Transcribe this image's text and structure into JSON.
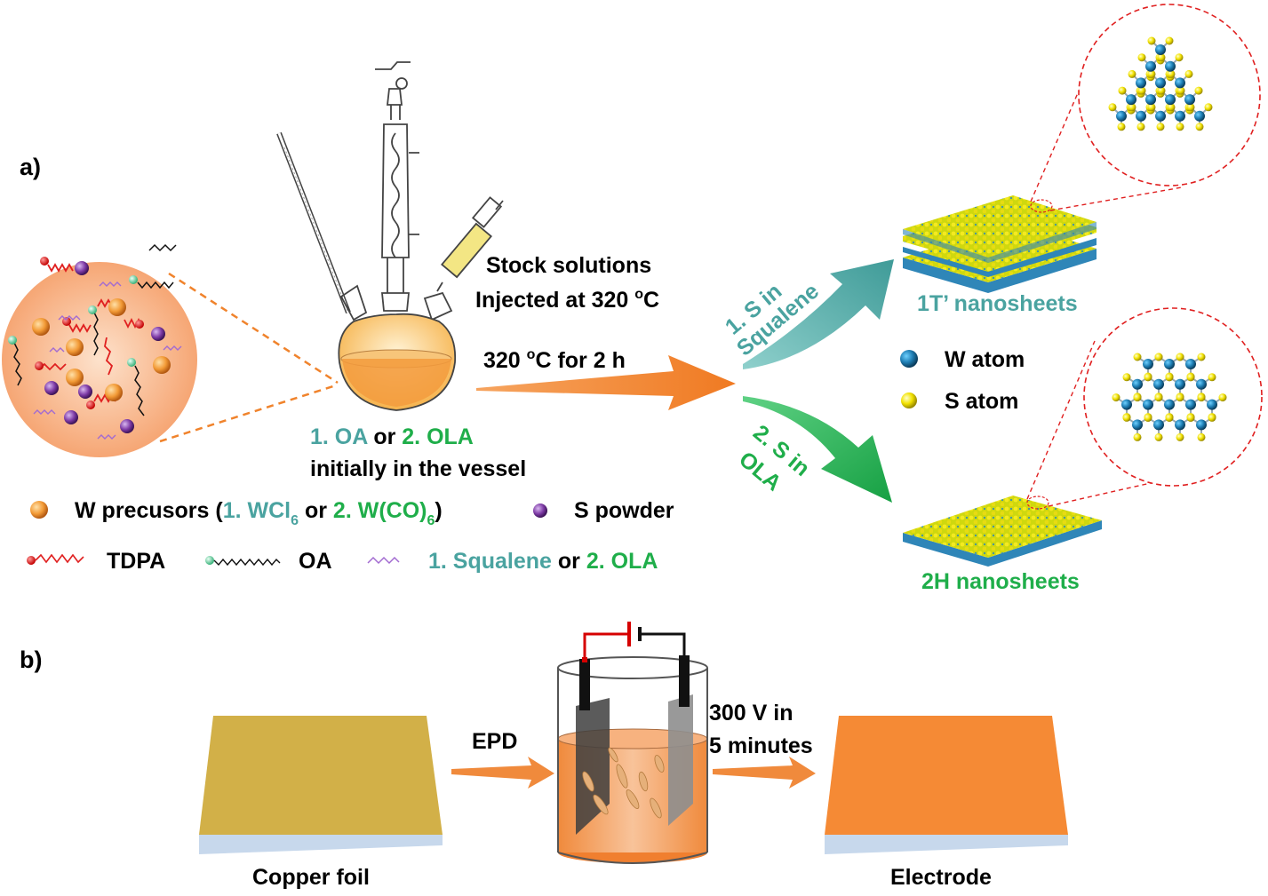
{
  "panel_a": {
    "label": "a)",
    "stock_line1": "Stock solutions",
    "stock_line2_prefix": "Injected at 320 ",
    "stock_line2_sup": "o",
    "stock_line2_suffix": "C",
    "heat_prefix": "320 ",
    "heat_sup": "o",
    "heat_suffix": "C for 2 h",
    "vessel_opt1": "1. OA",
    "vessel_or": " or ",
    "vessel_opt2": "2. OLA",
    "vessel_line2": "initially in the vessel",
    "branch1_line1": "1. S in",
    "branch1_line2": "Squalene",
    "branch2_line1": "2. S in",
    "branch2_line2": "OLA",
    "product1": "1T’ nanosheets",
    "product2": "2H nanosheets",
    "atom_w": "W atom",
    "atom_s": "S atom"
  },
  "legend": {
    "w_prefix": "W precusors (",
    "w_opt1": "1. WCl",
    "w_opt1_sub": "6",
    "w_or": " or ",
    "w_opt2": "2. W(CO)",
    "w_opt2_sub": "6",
    "w_close": ")",
    "s_powder": "S powder",
    "tdpa": "TDPA",
    "oa": "OA",
    "solvent_opt1": "1. Squalene",
    "solvent_or": " or ",
    "solvent_opt2": "2. OLA"
  },
  "panel_b": {
    "label": "b)",
    "epd": "EPD",
    "voltage_line1": "300 V in",
    "voltage_line2": "5 minutes",
    "copper_foil": "Copper foil",
    "electrode": "Electrode"
  },
  "colors": {
    "orange": "#f0832c",
    "teal": "#4aa3a0",
    "green": "#1fae4a",
    "copper": "#d2b048",
    "electrode": "#f58a35",
    "w_atom": "#1f7fb5",
    "s_atom": "#f2e200",
    "dashed": "#e02020"
  }
}
